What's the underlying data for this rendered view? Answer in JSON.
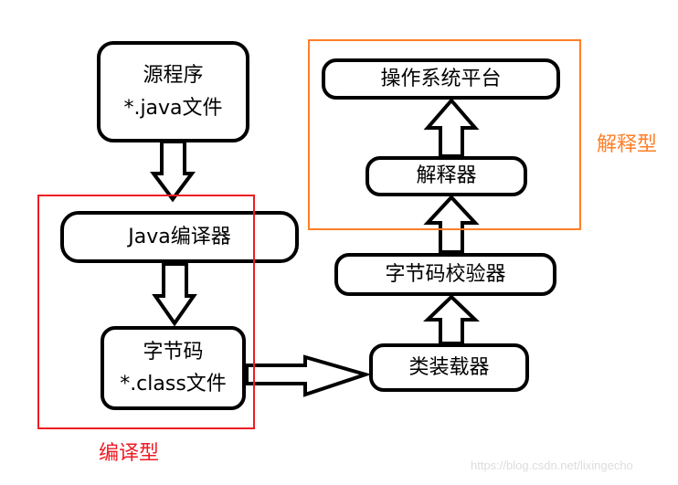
{
  "nodes": {
    "source": {
      "line1": "源程序",
      "line2": "*.java文件"
    },
    "compiler": {
      "label": "Java编译器"
    },
    "bytecode": {
      "line1": "字节码",
      "line2": "*.class文件"
    },
    "loader": {
      "label": "类装载器"
    },
    "verifier": {
      "label": "字节码校验器"
    },
    "interpreter": {
      "label": "解释器"
    },
    "os": {
      "label": "操作系统平台"
    }
  },
  "groups": {
    "compiled": {
      "label": "编译型",
      "color": "#ee1c24"
    },
    "interpreted": {
      "label": "解释型",
      "color": "#ff7f27"
    }
  },
  "watermark": "https://blog.csdn.net/lixingecho"
}
